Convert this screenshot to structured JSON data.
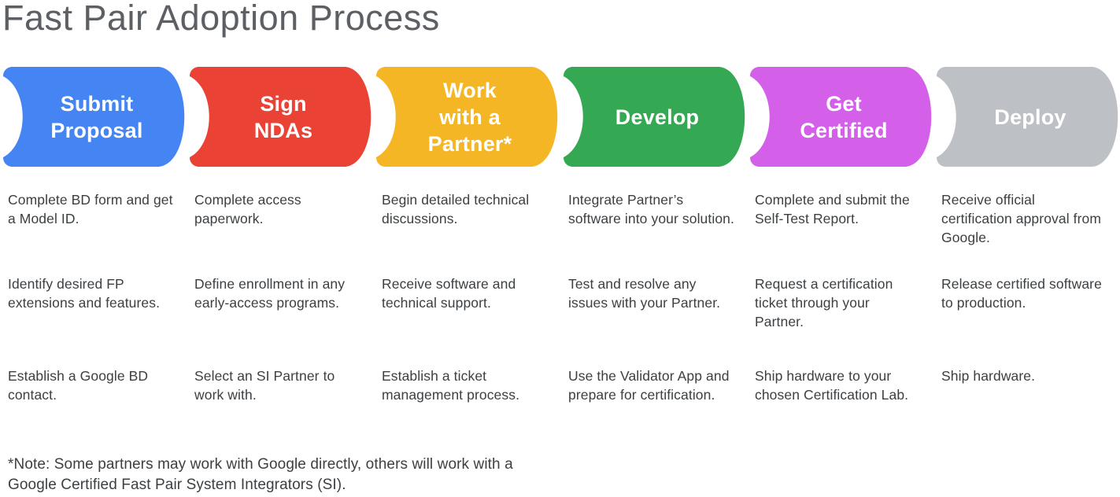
{
  "title": "Fast Pair Adoption Process",
  "stages": [
    {
      "label": "Submit\nProposal",
      "color": "#4484F3",
      "steps": [
        "Complete BD form and get a Model ID.",
        "Identify desired FP extensions and features.",
        "Establish a Google BD contact."
      ]
    },
    {
      "label": "Sign\nNDAs",
      "color": "#EA4335",
      "steps": [
        "Complete access paperwork.",
        "Define enrollment in any early-access programs.",
        "Select an SI Partner to work with."
      ]
    },
    {
      "label": "Work\nwith a\nPartner*",
      "color": "#F5B626",
      "steps": [
        "Begin detailed technical discussions.",
        "Receive software and technical support.",
        "Establish a ticket management process."
      ]
    },
    {
      "label": "Develop",
      "color": "#34A853",
      "steps": [
        "Integrate Partner’s software into your solution.",
        "Test and resolve any issues with your Partner.",
        "Use the Validator App and prepare for certification."
      ]
    },
    {
      "label": "Get\nCertified",
      "color": "#D45FE9",
      "steps": [
        "Complete and submit the Self-Test Report.",
        "Request a certification ticket through your Partner.",
        "Ship hardware to your chosen Certification Lab."
      ]
    },
    {
      "label": "Deploy",
      "color": "#BDC1C6",
      "steps": [
        "Receive official certification approval from Google.",
        "Release certified software to production.",
        "Ship hardware."
      ]
    }
  ],
  "footnote": "*Note: Some partners may work with Google directly, others will work with a\nGoogle Certified Fast Pair System Integrators (SI)."
}
